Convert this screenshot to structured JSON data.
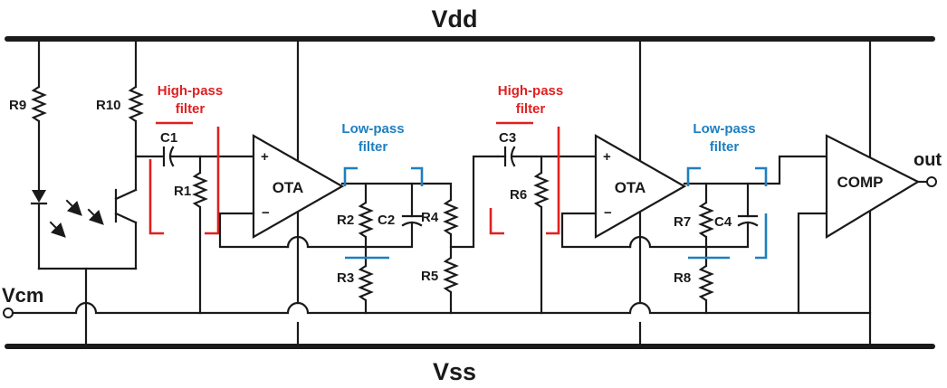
{
  "rails": {
    "vdd": "Vdd",
    "vss": "Vss"
  },
  "ports": {
    "vcm": "Vcm",
    "out": "out"
  },
  "amplifiers": {
    "ota1": "OTA",
    "ota2": "OTA",
    "comp": "COMP",
    "plus": "+",
    "minus": "−"
  },
  "resistors": {
    "r1": "R1",
    "r2": "R2",
    "r3": "R3",
    "r4": "R4",
    "r5": "R5",
    "r6": "R6",
    "r7": "R7",
    "r8": "R8",
    "r9": "R9",
    "r10": "R10"
  },
  "capacitors": {
    "c1": "C1",
    "c2": "C2",
    "c3": "C3",
    "c4": "C4"
  },
  "filters": {
    "hp1": {
      "line1": "High-pass",
      "line2": "filter"
    },
    "lp1": {
      "line1": "Low-pass",
      "line2": "filter"
    },
    "hp2": {
      "line1": "High-pass",
      "line2": "filter"
    },
    "lp2": {
      "line1": "Low-pass",
      "line2": "filter"
    }
  },
  "colors": {
    "high_pass": "#e02020",
    "low_pass": "#1e7fc0",
    "wire": "#1a1a1a"
  }
}
